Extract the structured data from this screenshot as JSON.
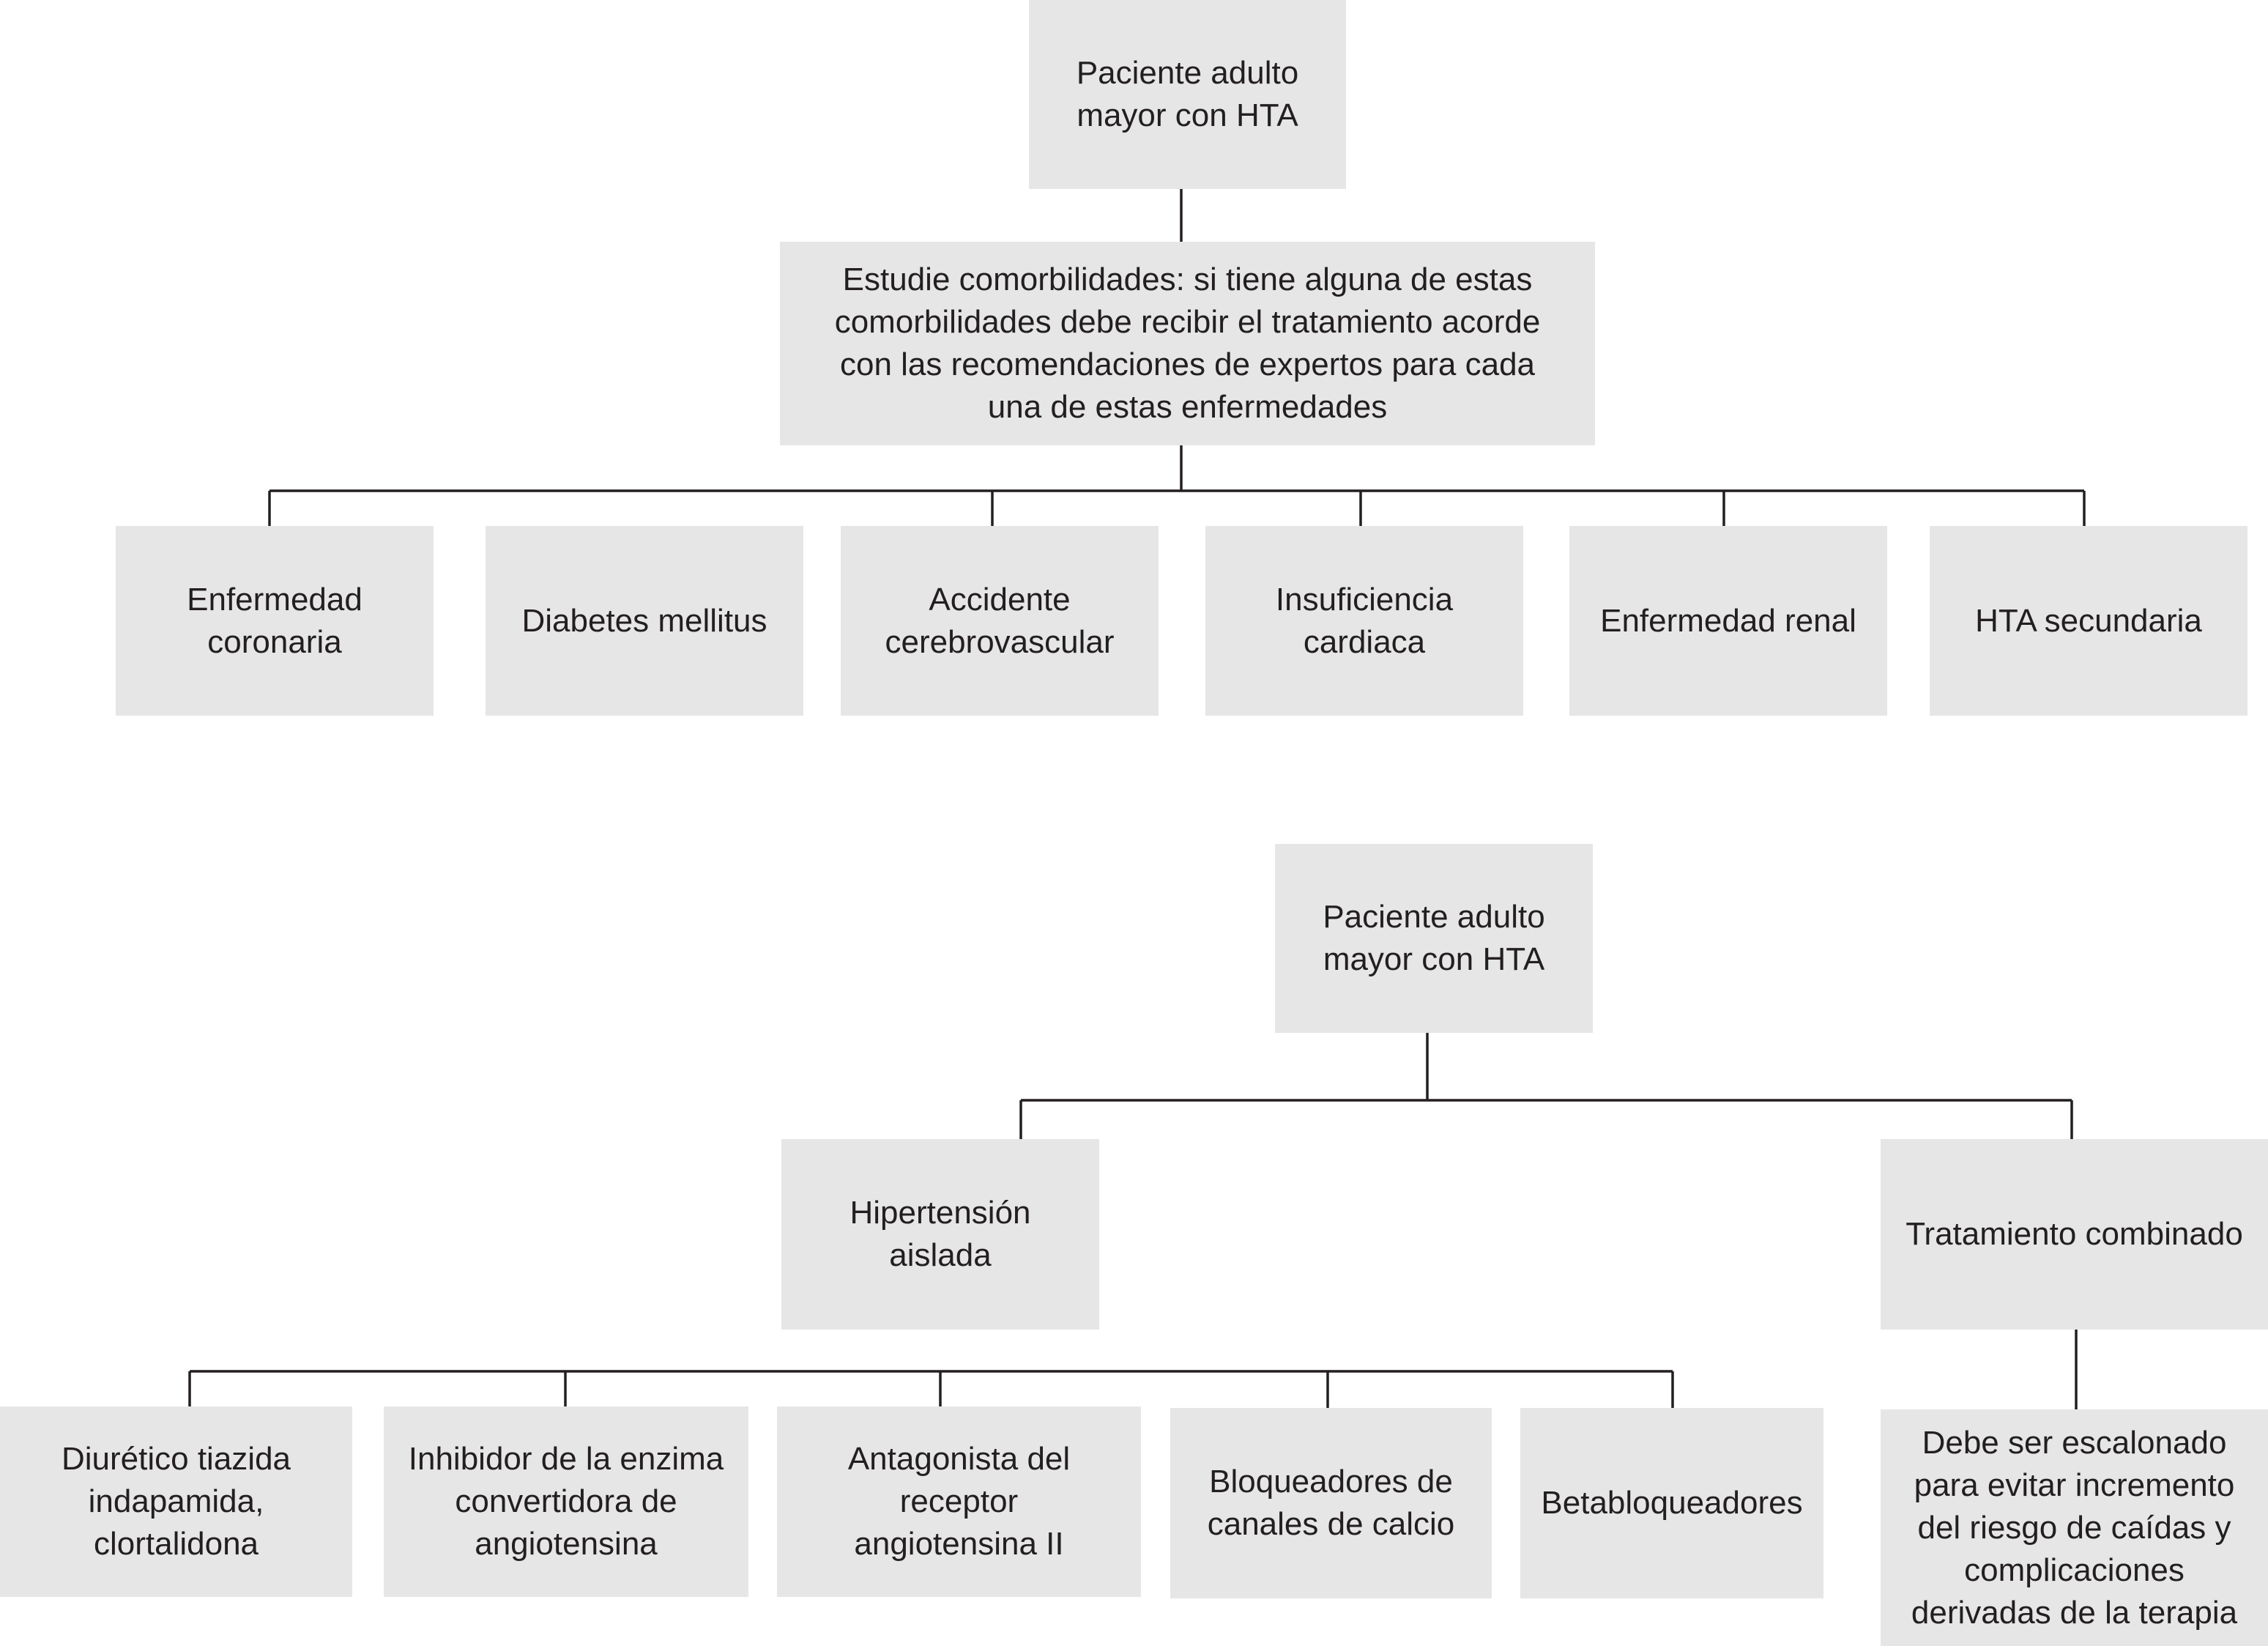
{
  "diagram1": {
    "root": "Paciente adulto\nmayor con HTA",
    "study": "Estudie comorbilidades: si tiene alguna de estas\ncomorbilidades debe recibir el tratamiento acorde\ncon las recomendaciones de expertos para cada\nuna de estas enfermedades",
    "comorbidities": [
      "Enfermedad\ncoronaria",
      "Diabetes mellitus",
      "Accidente\ncerebrovascular",
      "Insuficiencia\ncardiaca",
      "Enfermedad renal",
      "HTA secundaria"
    ]
  },
  "diagram2": {
    "root": "Paciente adulto\nmayor con HTA",
    "isolated": "Hipertensión\naislada",
    "combined": "Tratamiento combinado",
    "drugs": [
      "Diurético tiazida\nindapamida,\nclortalidona",
      "Inhibidor de la enzima\nconvertidora de\nangiotensina",
      "Antagonista del\nreceptor\nangiotensina II",
      "Bloqueadores de\ncanales de calcio",
      "Betabloqueadores"
    ],
    "combined_note": "Debe ser escalonado\npara evitar incremento\ndel riesgo de caídas y\ncomplicaciones\nderivadas de la terapia"
  }
}
